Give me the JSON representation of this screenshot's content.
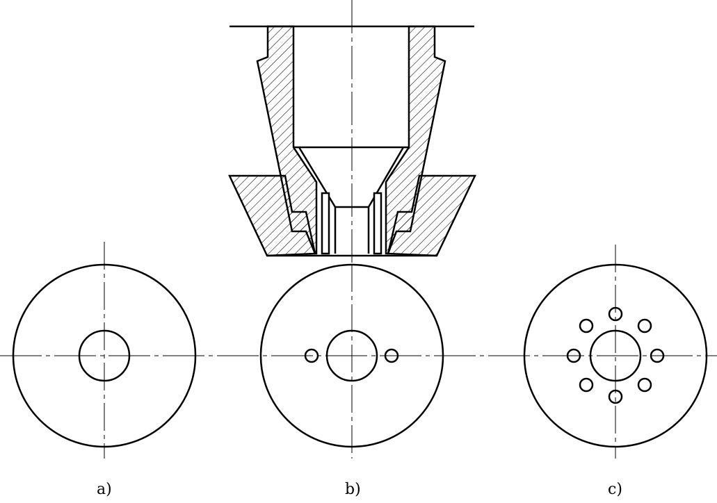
{
  "labels": {
    "a": "a)",
    "b": "b)",
    "c": "c)"
  },
  "colors": {
    "stroke": "#000000",
    "background": "#ffffff"
  }
}
